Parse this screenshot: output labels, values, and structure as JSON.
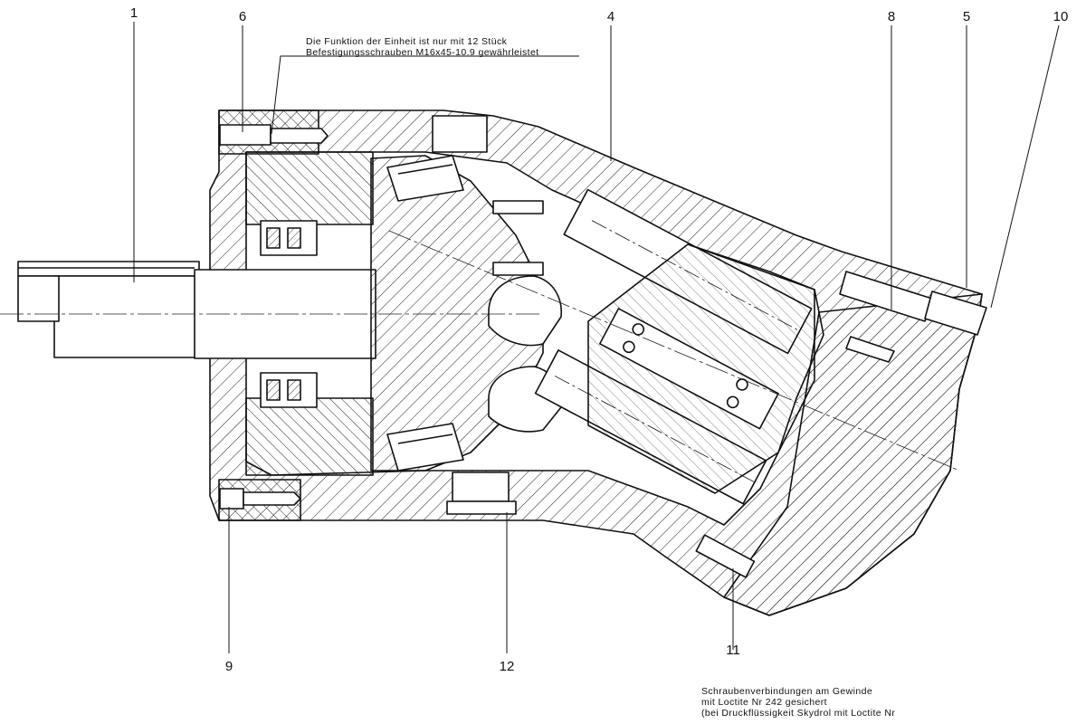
{
  "callouts": {
    "c1": "1",
    "c4": "4",
    "c5": "5",
    "c6": "6",
    "c8": "8",
    "c9": "9",
    "c10": "10",
    "c11": "11",
    "c12": "12"
  },
  "notes": {
    "mounting_line1": "Die Funktion der Einheit ist nur mit 12 Stück",
    "mounting_line2": "Befestigungsschrauben M16x45-10.9 gewährleistet",
    "loctite_line1": "Schraubenverbindungen am Gewinde",
    "loctite_line2": "mit Loctite Nr 242 gesichert",
    "loctite_line3": "(bei Druckflüssigkeit Skydrol mit Loctite Nr"
  }
}
